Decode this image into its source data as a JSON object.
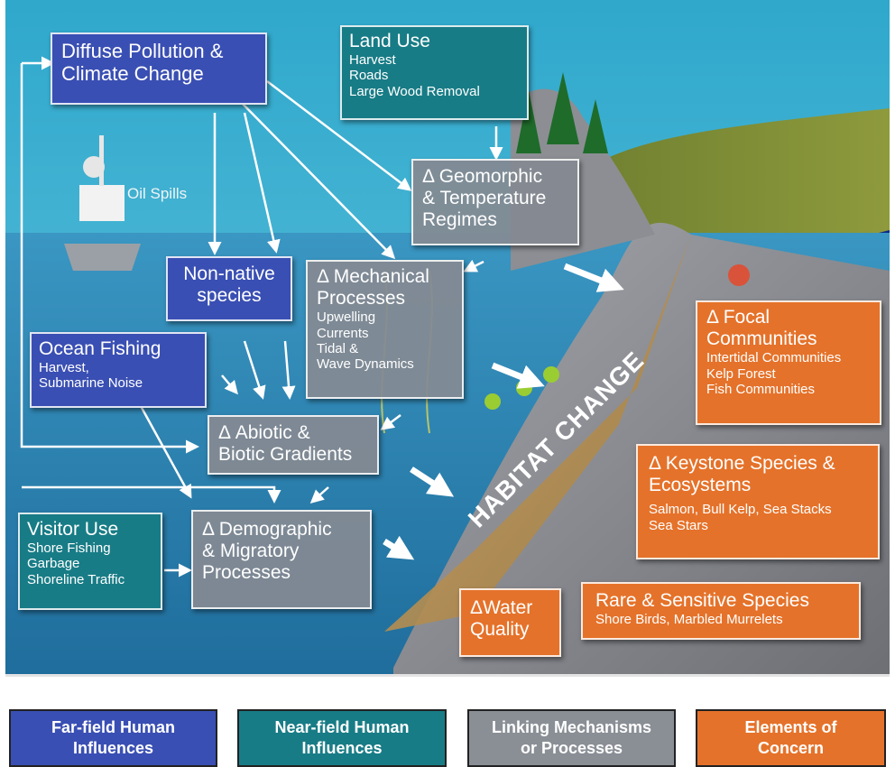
{
  "far_field": {
    "diffuse": {
      "delta": "",
      "lines": [
        "Diffuse Pollution &",
        "Climate Change"
      ]
    },
    "non_native": {
      "lines": [
        "Non-native",
        "species"
      ]
    },
    "ocean_fishing": {
      "title": "Ocean Fishing",
      "subs": [
        "Harvest,",
        "Submarine Noise"
      ]
    }
  },
  "near_field": {
    "land_use": {
      "title": "Land Use",
      "subs": [
        "Harvest",
        "Roads",
        "Large Wood Removal"
      ]
    },
    "visitor_use": {
      "title": "Visitor Use",
      "subs": [
        "Shore Fishing",
        "Garbage",
        "Shoreline Traffic"
      ]
    },
    "oil_spills": "Oil Spills"
  },
  "linking": {
    "geomorphic": {
      "lines": [
        "Δ Geomorphic",
        "& Temperature",
        "Regimes"
      ]
    },
    "mechanical": {
      "title_lines": [
        "Δ Mechanical",
        "Processes"
      ],
      "subs": [
        "Upwelling",
        "Currents",
        "Tidal &",
        "Wave Dynamics"
      ]
    },
    "abiotic": {
      "lines": [
        "Δ Abiotic &",
        "Biotic Gradients"
      ]
    },
    "demographic": {
      "lines": [
        "Δ Demographic",
        "& Migratory",
        "Processes"
      ]
    }
  },
  "concern": {
    "focal": {
      "title_lines": [
        "Δ Focal",
        "Communities"
      ],
      "subs": [
        "Intertidal Communities",
        "Kelp Forest",
        "Fish Communities"
      ]
    },
    "keystone": {
      "title_lines": [
        "Δ Keystone Species &",
        "Ecosystems"
      ],
      "subs": [
        "Salmon, Bull Kelp, Sea Stacks",
        "Sea Stars"
      ]
    },
    "water": {
      "lines": [
        "ΔWater",
        "Quality"
      ]
    },
    "rare": {
      "title": "Rare & Sensitive Species",
      "subs": [
        "Shore Birds, Marbled Murrelets"
      ]
    }
  },
  "habitat_change": "HABITAT CHANGE",
  "legend": [
    {
      "lines": [
        "Far-field Human",
        "Influences"
      ],
      "color": "#3a4fb3"
    },
    {
      "lines": [
        "Near-field Human",
        "Influences"
      ],
      "color": "#187c86"
    },
    {
      "lines": [
        "Linking Mechanisms",
        "or Processes"
      ],
      "color": "#8a8f96"
    },
    {
      "lines": [
        "Elements of",
        "Concern"
      ],
      "color": "#e5722a"
    }
  ],
  "colors": {
    "sky": "#3fb0d0",
    "ocean": "#2e86b4",
    "far_field": "#3a4fb3",
    "near_field": "#187c86",
    "linking": "#8a8f96",
    "concern": "#e5722a",
    "hills": "#7d8f2e",
    "shore": "#8e9096"
  }
}
